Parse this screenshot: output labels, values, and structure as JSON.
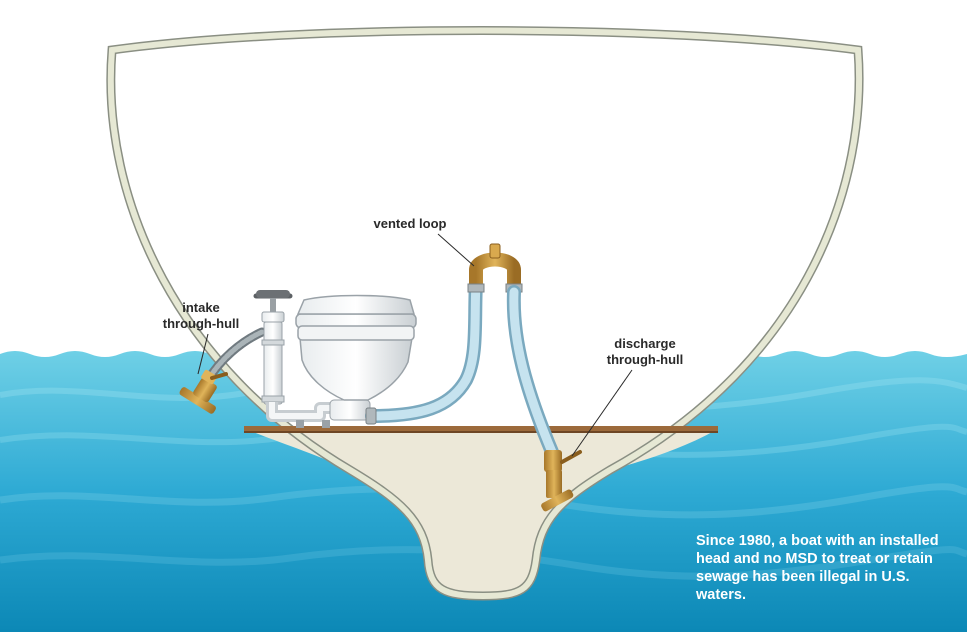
{
  "labels": {
    "vented_loop": "vented loop",
    "intake": [
      "intake",
      "through-hull"
    ],
    "discharge": [
      "discharge",
      "through-hull"
    ]
  },
  "caption": "Since 1980, a boat with an installed head and no MSD to treat or retain sewage has been illegal in U.S. waters.",
  "colors": {
    "water_light": "#5cc4dc",
    "water_deep": "#0f8fbd",
    "hull_outline": "#d9dcc6",
    "bilge_fill": "#ece8d8",
    "hose": "#b9d8e6",
    "brass": "#c99a3c",
    "sole_board": "#9c6a3b",
    "caption_text": "#ffffff"
  },
  "icons": [
    "toilet-icon",
    "hand-pump-icon",
    "seacock-valve-icon"
  ]
}
